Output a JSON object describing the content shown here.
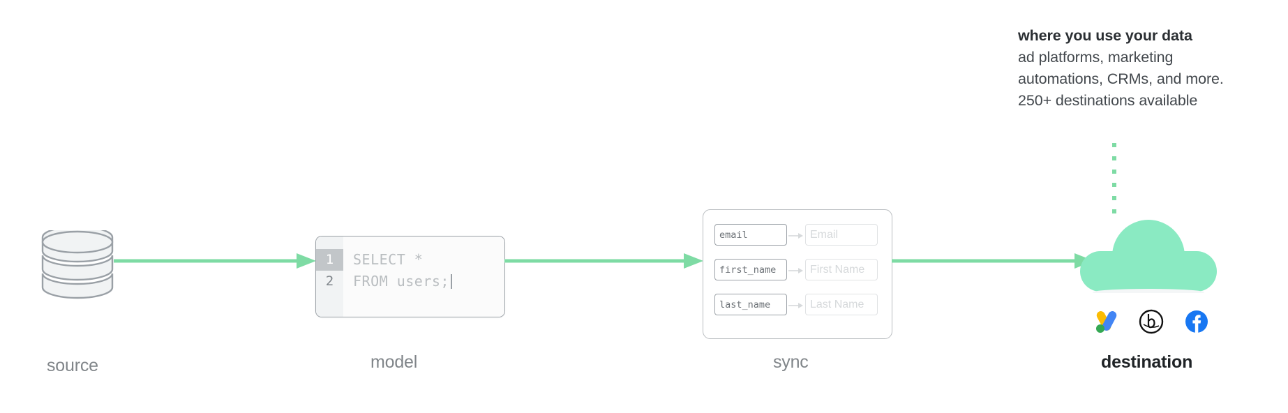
{
  "colors": {
    "arrow_green": "#7edba4",
    "cloud_green": "#8aeac2",
    "dot_green": "#7edba4",
    "label_gray": "#808589",
    "label_dark": "#1f2326",
    "gutter_gray": "#f1f3f4",
    "active_line": "#c2c6c9",
    "facebook_blue": "#1877f2",
    "google_blue": "#4285f4",
    "google_yellow": "#fbbc04",
    "google_green": "#34a853"
  },
  "callout": {
    "headline": "where you use your data",
    "line1": "ad platforms, marketing",
    "line2": "automations, CRMs, and more.",
    "line3": "250+ destinations available"
  },
  "stages": {
    "source": {
      "label": "source",
      "icon": "database-icon"
    },
    "model": {
      "label": "model"
    },
    "sync": {
      "label": "sync"
    },
    "destination": {
      "label": "destination",
      "icon": "cloud-icon"
    }
  },
  "model": {
    "lines": [
      {
        "number": "1",
        "text": "SELECT *",
        "active": true
      },
      {
        "number": "2",
        "text": "FROM users;",
        "active": false
      }
    ]
  },
  "sync": {
    "mappings": [
      {
        "source_field": "email",
        "destination_field": "Email"
      },
      {
        "source_field": "first_name",
        "destination_field": "First Name"
      },
      {
        "source_field": "last_name",
        "destination_field": "Last Name"
      }
    ]
  },
  "destination": {
    "logos": [
      {
        "name": "google-ads-icon",
        "title": "Google Ads"
      },
      {
        "name": "braze-icon",
        "title": "Braze"
      },
      {
        "name": "facebook-icon",
        "title": "Facebook"
      }
    ]
  },
  "connectors": [
    {
      "name": "source-to-model-arrow"
    },
    {
      "name": "model-to-sync-arrow"
    },
    {
      "name": "sync-to-destination-arrow"
    }
  ]
}
